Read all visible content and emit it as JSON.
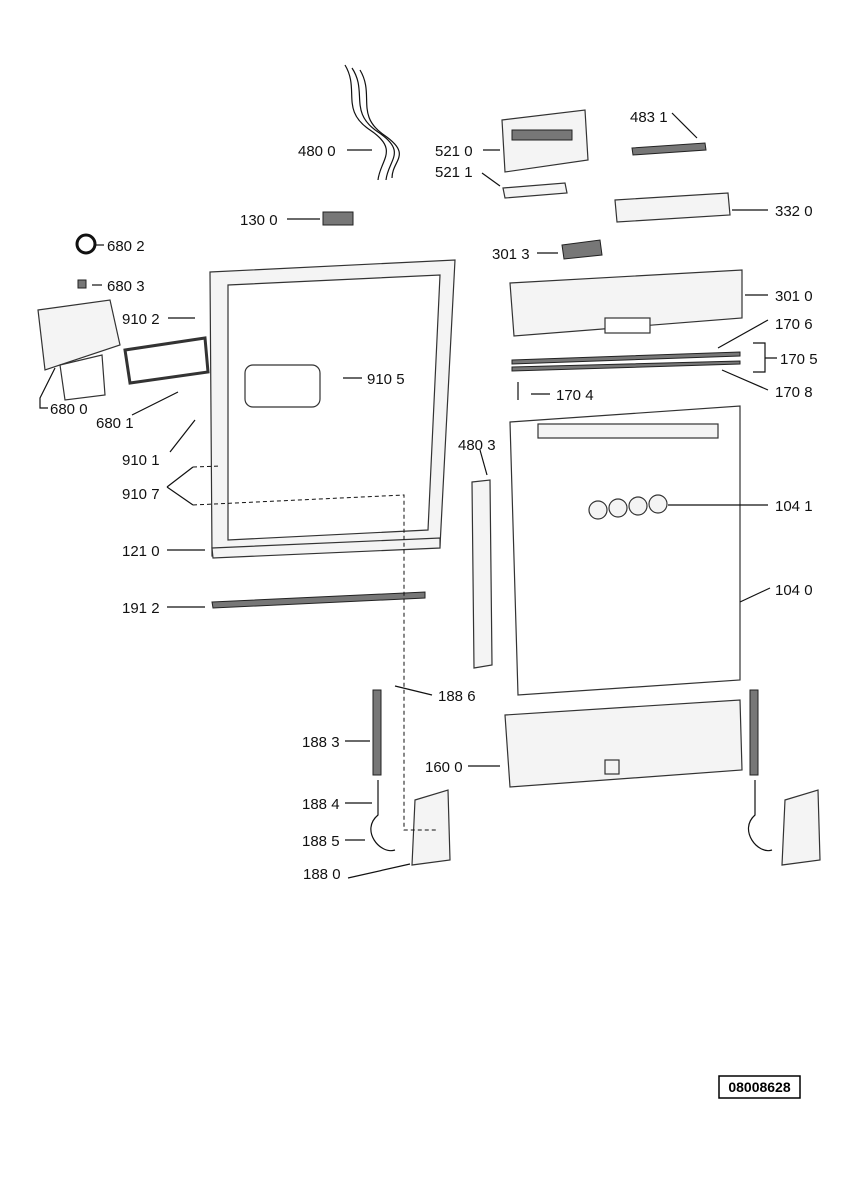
{
  "diagram": {
    "labels": {
      "l4800": "480 0",
      "l5210": "521 0",
      "l5211": "521 1",
      "l4831": "483 1",
      "l1300": "130 0",
      "l3320": "332 0",
      "l6802": "680 2",
      "l6803": "680 3",
      "l3013": "301 3",
      "l3010": "301 0",
      "l9102": "910 2",
      "l1706": "170 6",
      "l1705": "170 5",
      "l9105": "910 5",
      "l1708": "170 8",
      "l1704": "170 4",
      "l6800": "680 0",
      "l6801": "680 1",
      "l9101": "910 1",
      "l4803": "480 3",
      "l9107": "910 7",
      "l1041": "104 1",
      "l1210": "121 0",
      "l1040": "104 0",
      "l1912": "191 2",
      "l1886": "188 6",
      "l1883": "188 3",
      "l1600": "160 0",
      "l1884": "188 4",
      "l1885": "188 5",
      "l1880": "188 0"
    },
    "drawing_code": "08008628"
  }
}
